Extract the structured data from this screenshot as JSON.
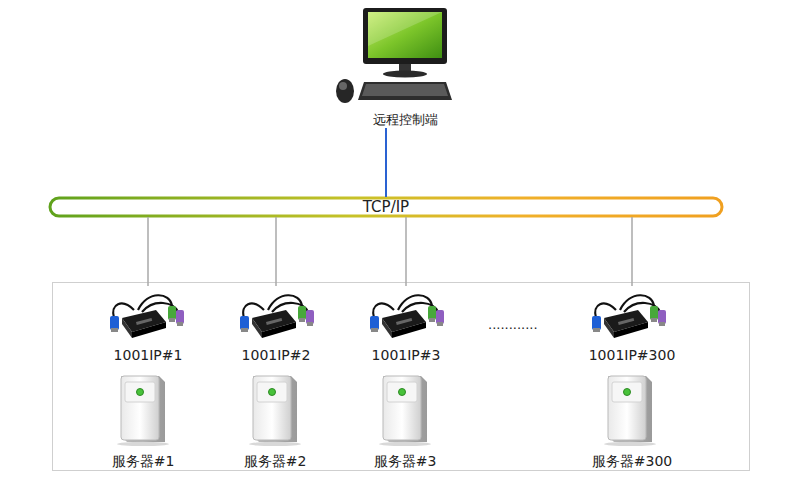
{
  "diagram": {
    "nodes": [
      {
        "text": [
          "远程控制端"
        ]
      },
      {
        "text": [
          "TCP/IP"
        ]
      },
      {
        "text": [
          "1001IP#1"
        ]
      },
      {
        "text": [
          "1001IP#2"
        ]
      },
      {
        "text": [
          "1001IP#3"
        ]
      },
      {
        "text": [
          "1001IP#300"
        ]
      },
      {
        "text": [
          "服务器#1"
        ]
      },
      {
        "text": [
          "服务器#2"
        ]
      },
      {
        "text": [
          "服务器#3"
        ]
      },
      {
        "text": [
          "服务器#300"
        ]
      }
    ],
    "edges": [
      {
        "from": 0,
        "to": 1,
        "arrow": "none"
      },
      {
        "from": 1,
        "to": 2,
        "arrow": "none"
      },
      {
        "from": 1,
        "to": 3,
        "arrow": "none"
      },
      {
        "from": 1,
        "to": 4,
        "arrow": "none"
      },
      {
        "from": 1,
        "to": 5,
        "arrow": "none"
      }
    ],
    "labels": [
      "............"
    ]
  }
}
